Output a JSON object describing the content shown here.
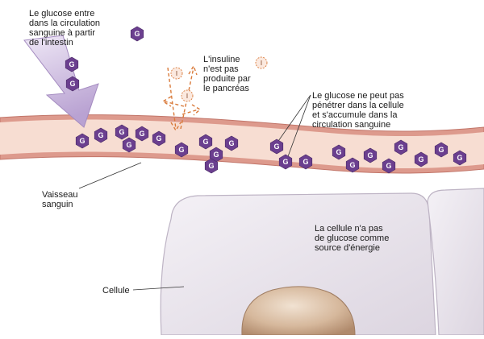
{
  "labels": {
    "glucose_entry": "Le glucose entre\ndans la circulation\nsanguine à partir\nde l'intestin",
    "insulin": "L'insuline\nn'est pas\nproduite par\nle pancréas",
    "glucose_blocked": "Le glucose ne peut pas\npénétrer dans la cellule\net s'accumule dans la\ncirculation sanguine",
    "vessel": "Vaisseau\nsanguin",
    "cell_no_glucose": "La cellule n'a pas\nde glucose comme\nsource d'énergie",
    "cell": "Cellule"
  },
  "symbols": {
    "glucose": "G",
    "insulin": "I"
  },
  "colors": {
    "glucose": "#6b3f8f",
    "vessel_wall": "#d58a7e",
    "vessel_inner": "#f7ddd2",
    "cell": "#ebe6ee",
    "nucleus": "#c4a48a",
    "arrow": "#c9b7dc",
    "insulin_arrow": "#d97a3a"
  }
}
